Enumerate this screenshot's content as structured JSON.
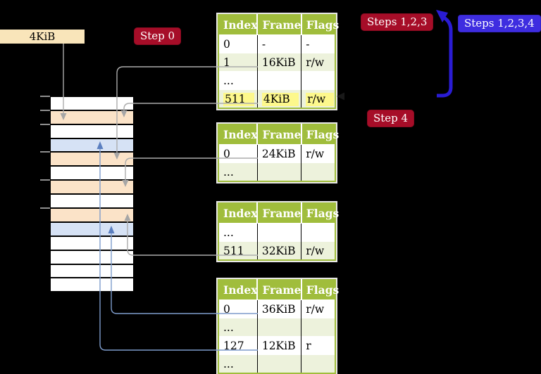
{
  "frame_box": {
    "label": "4KiB"
  },
  "badges": {
    "step0": "Step 0",
    "steps123": "Steps 1,2,3",
    "steps1234": "Steps 1,2,3,4",
    "step4": "Step 4"
  },
  "page_tables": [
    {
      "name": "page-table-level-1",
      "headers": [
        "Index",
        "Frame",
        "Flags"
      ],
      "rows": [
        {
          "index": "0",
          "frame": "-",
          "flags": "-",
          "highlighted": false
        },
        {
          "index": "1",
          "frame": "16KiB",
          "flags": "r/w",
          "highlighted": false
        },
        {
          "index": "...",
          "frame": "",
          "flags": "",
          "highlighted": false
        },
        {
          "index": "511",
          "frame": "4KiB",
          "flags": "r/w",
          "highlighted": true
        }
      ]
    },
    {
      "name": "page-table-level-2",
      "headers": [
        "Index",
        "Frame",
        "Flags"
      ],
      "rows": [
        {
          "index": "0",
          "frame": "24KiB",
          "flags": "r/w",
          "highlighted": false
        },
        {
          "index": "...",
          "frame": "",
          "flags": "",
          "highlighted": false
        }
      ]
    },
    {
      "name": "page-table-level-3",
      "headers": [
        "Index",
        "Frame",
        "Flags"
      ],
      "rows": [
        {
          "index": "...",
          "frame": "",
          "flags": "",
          "highlighted": false
        },
        {
          "index": "511",
          "frame": "32KiB",
          "flags": "r/w",
          "highlighted": false
        }
      ]
    },
    {
      "name": "page-table-level-4",
      "headers": [
        "Index",
        "Frame",
        "Flags"
      ],
      "rows": [
        {
          "index": "0",
          "frame": "36KiB",
          "flags": "r/w",
          "highlighted": false
        },
        {
          "index": "...",
          "frame": "",
          "flags": "",
          "highlighted": false
        },
        {
          "index": "127",
          "frame": "12KiB",
          "flags": "r",
          "highlighted": false
        },
        {
          "index": "...",
          "frame": "",
          "flags": "",
          "highlighted": false
        }
      ]
    }
  ],
  "memory_column": {
    "rows": [
      "white",
      "orange",
      "white",
      "blue",
      "orange",
      "white",
      "orange",
      "white",
      "orange",
      "blue",
      "white",
      "white",
      "white",
      "white"
    ]
  },
  "colors": {
    "background": "#000000",
    "table_header_green": "#a0bd3c",
    "table_row_green": "#edf2dc",
    "frame_orange": "#fbe3c8",
    "frame_blue": "#d6e2f5",
    "highlight_yellow": "#fdf88c",
    "badge_red": "#a60d28",
    "badge_blue": "#3e2de0",
    "arrow_blue_thick": "#2a1cd4",
    "connector_gray": "#acacac",
    "connector_blue": "#7e9ccc",
    "frame_box_bg": "#f9e5ba"
  }
}
